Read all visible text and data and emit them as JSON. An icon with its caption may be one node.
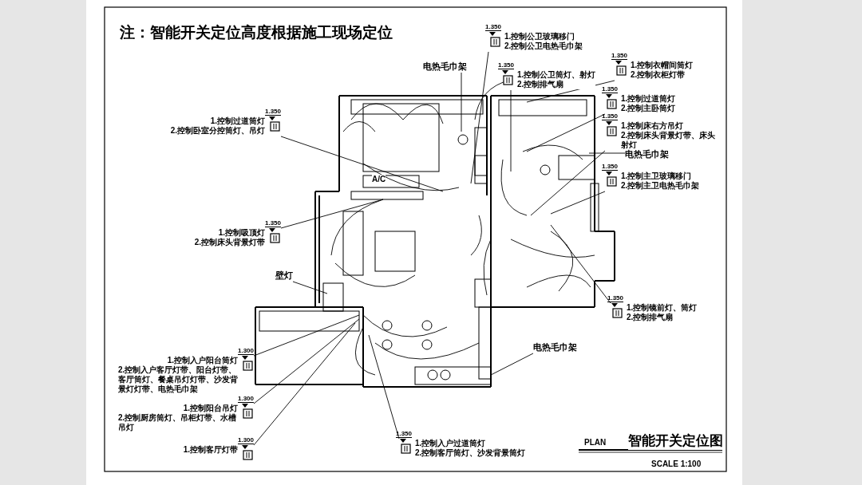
{
  "diagram": {
    "title": "注：智能开关定位高度根据施工现场定位",
    "nodes": [
      {
        "text": [
          "1.控制公卫玻璃移门",
          "2.控制公卫电热毛巾架"
        ],
        "beside": [
          "1.350"
        ]
      },
      {
        "text": [
          "电热毛巾架"
        ]
      },
      {
        "text": [
          "1.控制公卫筒灯、射灯",
          "2.控制排气扇"
        ],
        "beside": [
          "1.350"
        ]
      },
      {
        "text": [
          "1.控制衣帽间筒灯",
          "2.控制衣柜灯带"
        ],
        "beside": [
          "1.350"
        ]
      },
      {
        "text": [
          "1.控制过道筒灯",
          "2.控制主卧筒灯"
        ],
        "beside": [
          "1.350"
        ]
      },
      {
        "text": [
          "1.控制过道筒灯",
          "2.控制卧室分控筒灯、吊灯"
        ],
        "beside": [
          "1.350"
        ]
      },
      {
        "text": [
          "1.控制床右方吊灯",
          "2.控制床头背景灯带、床头射灯"
        ],
        "beside": [
          "1.350"
        ]
      },
      {
        "text": [
          "电热毛巾架"
        ]
      },
      {
        "text": [
          "1.控制主卫玻璃移门",
          "2.控制主卫电热毛巾架"
        ],
        "beside": [
          "1.350"
        ]
      },
      {
        "text": [
          "1.控制吸顶灯",
          "2.控制床头背景灯带"
        ],
        "beside": [
          "1.350"
        ]
      },
      {
        "text": [
          "壁灯"
        ]
      },
      {
        "text": [
          "1.控制镜前灯、筒灯",
          "2.控制排气扇"
        ],
        "beside": [
          "1.350"
        ]
      },
      {
        "text": [
          "电热毛巾架"
        ]
      },
      {
        "text": [
          "1.控制入户阳台筒灯",
          "2.控制入户客厅灯带、阳台灯带、客厅筒灯、餐桌吊灯灯带、沙发背景灯灯带、电热毛巾架"
        ],
        "beside": [
          "1.300"
        ]
      },
      {
        "text": [
          "1.控制阳台吊灯",
          "2.控制厨房筒灯、吊柜灯带、水槽吊灯"
        ],
        "beside": [
          "1.300"
        ]
      },
      {
        "text": [
          "1.控制入户过道筒灯",
          "2.控制客厅筒灯、沙发背景筒灯"
        ],
        "beside": [
          "1.350"
        ]
      },
      {
        "text": [
          "1.控制客厅灯带"
        ],
        "beside": [
          "1.300"
        ]
      }
    ],
    "edges": [
      {
        "from": 0,
        "to": null,
        "arrow": "none"
      },
      {
        "from": 1,
        "to": null,
        "arrow": "none"
      },
      {
        "from": 2,
        "to": null,
        "arrow": "none"
      },
      {
        "from": 3,
        "to": null,
        "arrow": "none"
      },
      {
        "from": 4,
        "to": null,
        "arrow": "none"
      },
      {
        "from": 5,
        "to": null,
        "arrow": "none"
      },
      {
        "from": 6,
        "to": null,
        "arrow": "none"
      },
      {
        "from": 7,
        "to": null,
        "arrow": "none"
      },
      {
        "from": 8,
        "to": null,
        "arrow": "none"
      },
      {
        "from": 9,
        "to": null,
        "arrow": "none"
      },
      {
        "from": 10,
        "to": null,
        "arrow": "none"
      },
      {
        "from": 11,
        "to": null,
        "arrow": "none"
      },
      {
        "from": 12,
        "to": null,
        "arrow": "none"
      },
      {
        "from": 13,
        "to": null,
        "arrow": "none"
      },
      {
        "from": 14,
        "to": null,
        "arrow": "none"
      },
      {
        "from": 15,
        "to": null,
        "arrow": "none"
      },
      {
        "from": 16,
        "to": null,
        "arrow": "none"
      }
    ],
    "labels": [
      "A/C",
      "PLAN",
      "智能开关定位图",
      "SCALE 1:100"
    ]
  }
}
